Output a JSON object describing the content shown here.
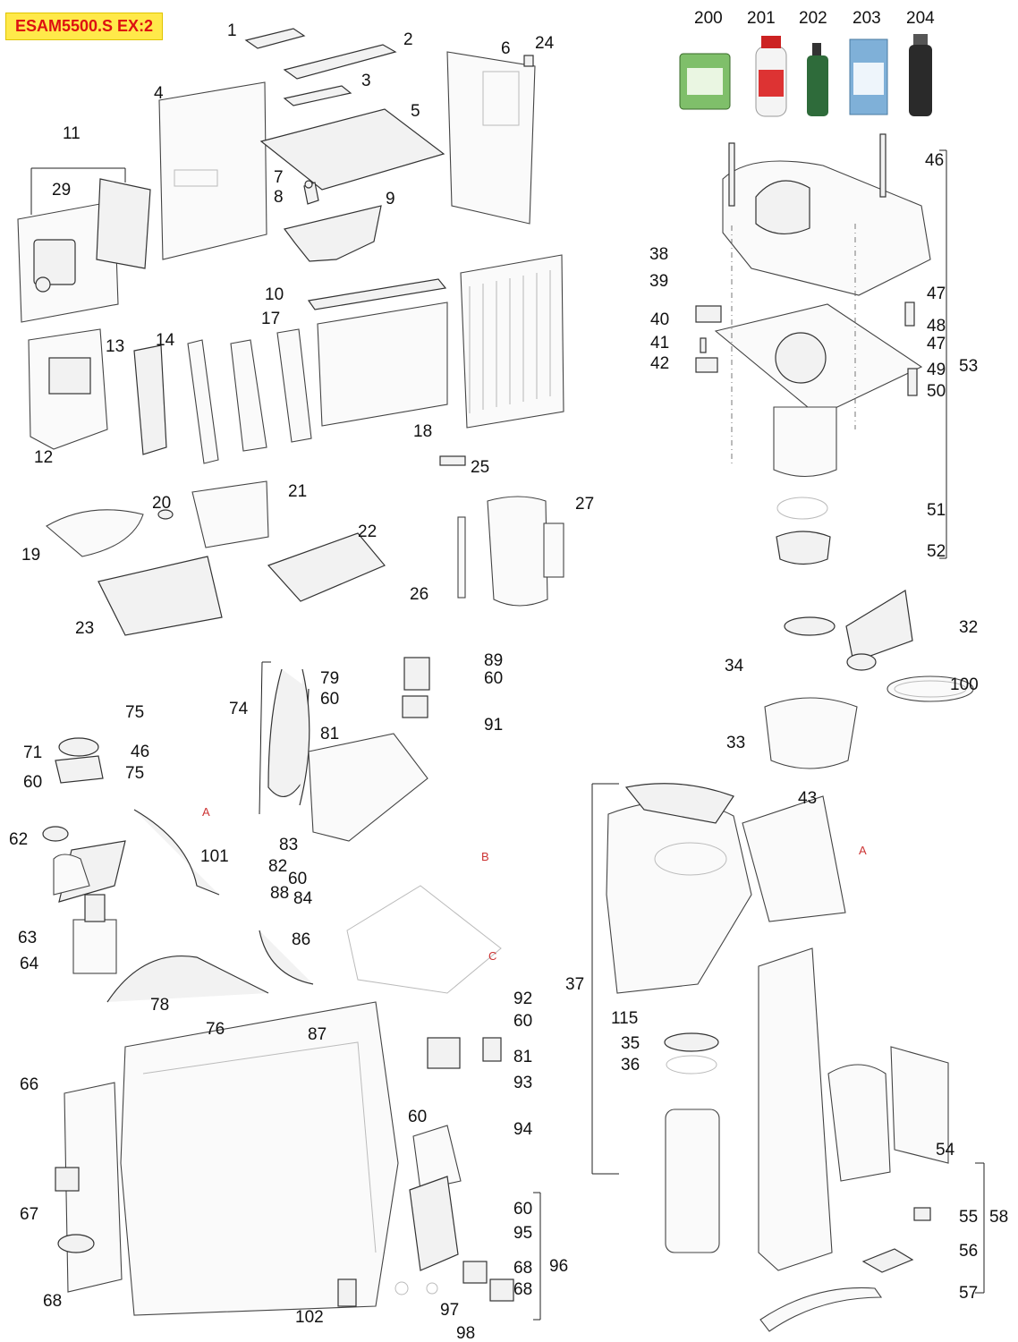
{
  "header": {
    "model_label": "ESAM5500.S EX:2"
  },
  "products": [
    {
      "number": "200",
      "color": "#7fbf6a"
    },
    {
      "number": "201",
      "color": "#d33"
    },
    {
      "number": "202",
      "color": "#2e6b3a"
    },
    {
      "number": "203",
      "color": "#7fb0d8"
    },
    {
      "number": "204",
      "color": "#2a2a2a"
    }
  ],
  "callouts": [
    "1",
    "2",
    "3",
    "4",
    "5",
    "6",
    "24",
    "7",
    "8",
    "9",
    "11",
    "29",
    "10",
    "17",
    "18",
    "13",
    "14",
    "12",
    "25",
    "27",
    "26",
    "20",
    "21",
    "22",
    "19",
    "23",
    "46",
    "38",
    "39",
    "47",
    "48",
    "47",
    "49",
    "50",
    "53",
    "40",
    "41",
    "42",
    "51",
    "52",
    "32",
    "34",
    "100",
    "33",
    "89",
    "60",
    "79",
    "60",
    "91",
    "75",
    "74",
    "81",
    "46",
    "75",
    "71",
    "60",
    "62",
    "101",
    "82",
    "88",
    "60",
    "83",
    "84",
    "86",
    "63",
    "64",
    "78",
    "76",
    "87",
    "92",
    "60",
    "81",
    "93",
    "66",
    "67",
    "60",
    "94",
    "60",
    "95",
    "96",
    "68",
    "68",
    "68",
    "97",
    "98",
    "102",
    "43",
    "37",
    "115",
    "35",
    "36",
    "54",
    "55",
    "56",
    "57",
    "58"
  ],
  "connector_marks": [
    "A",
    "B",
    "C",
    "A"
  ]
}
